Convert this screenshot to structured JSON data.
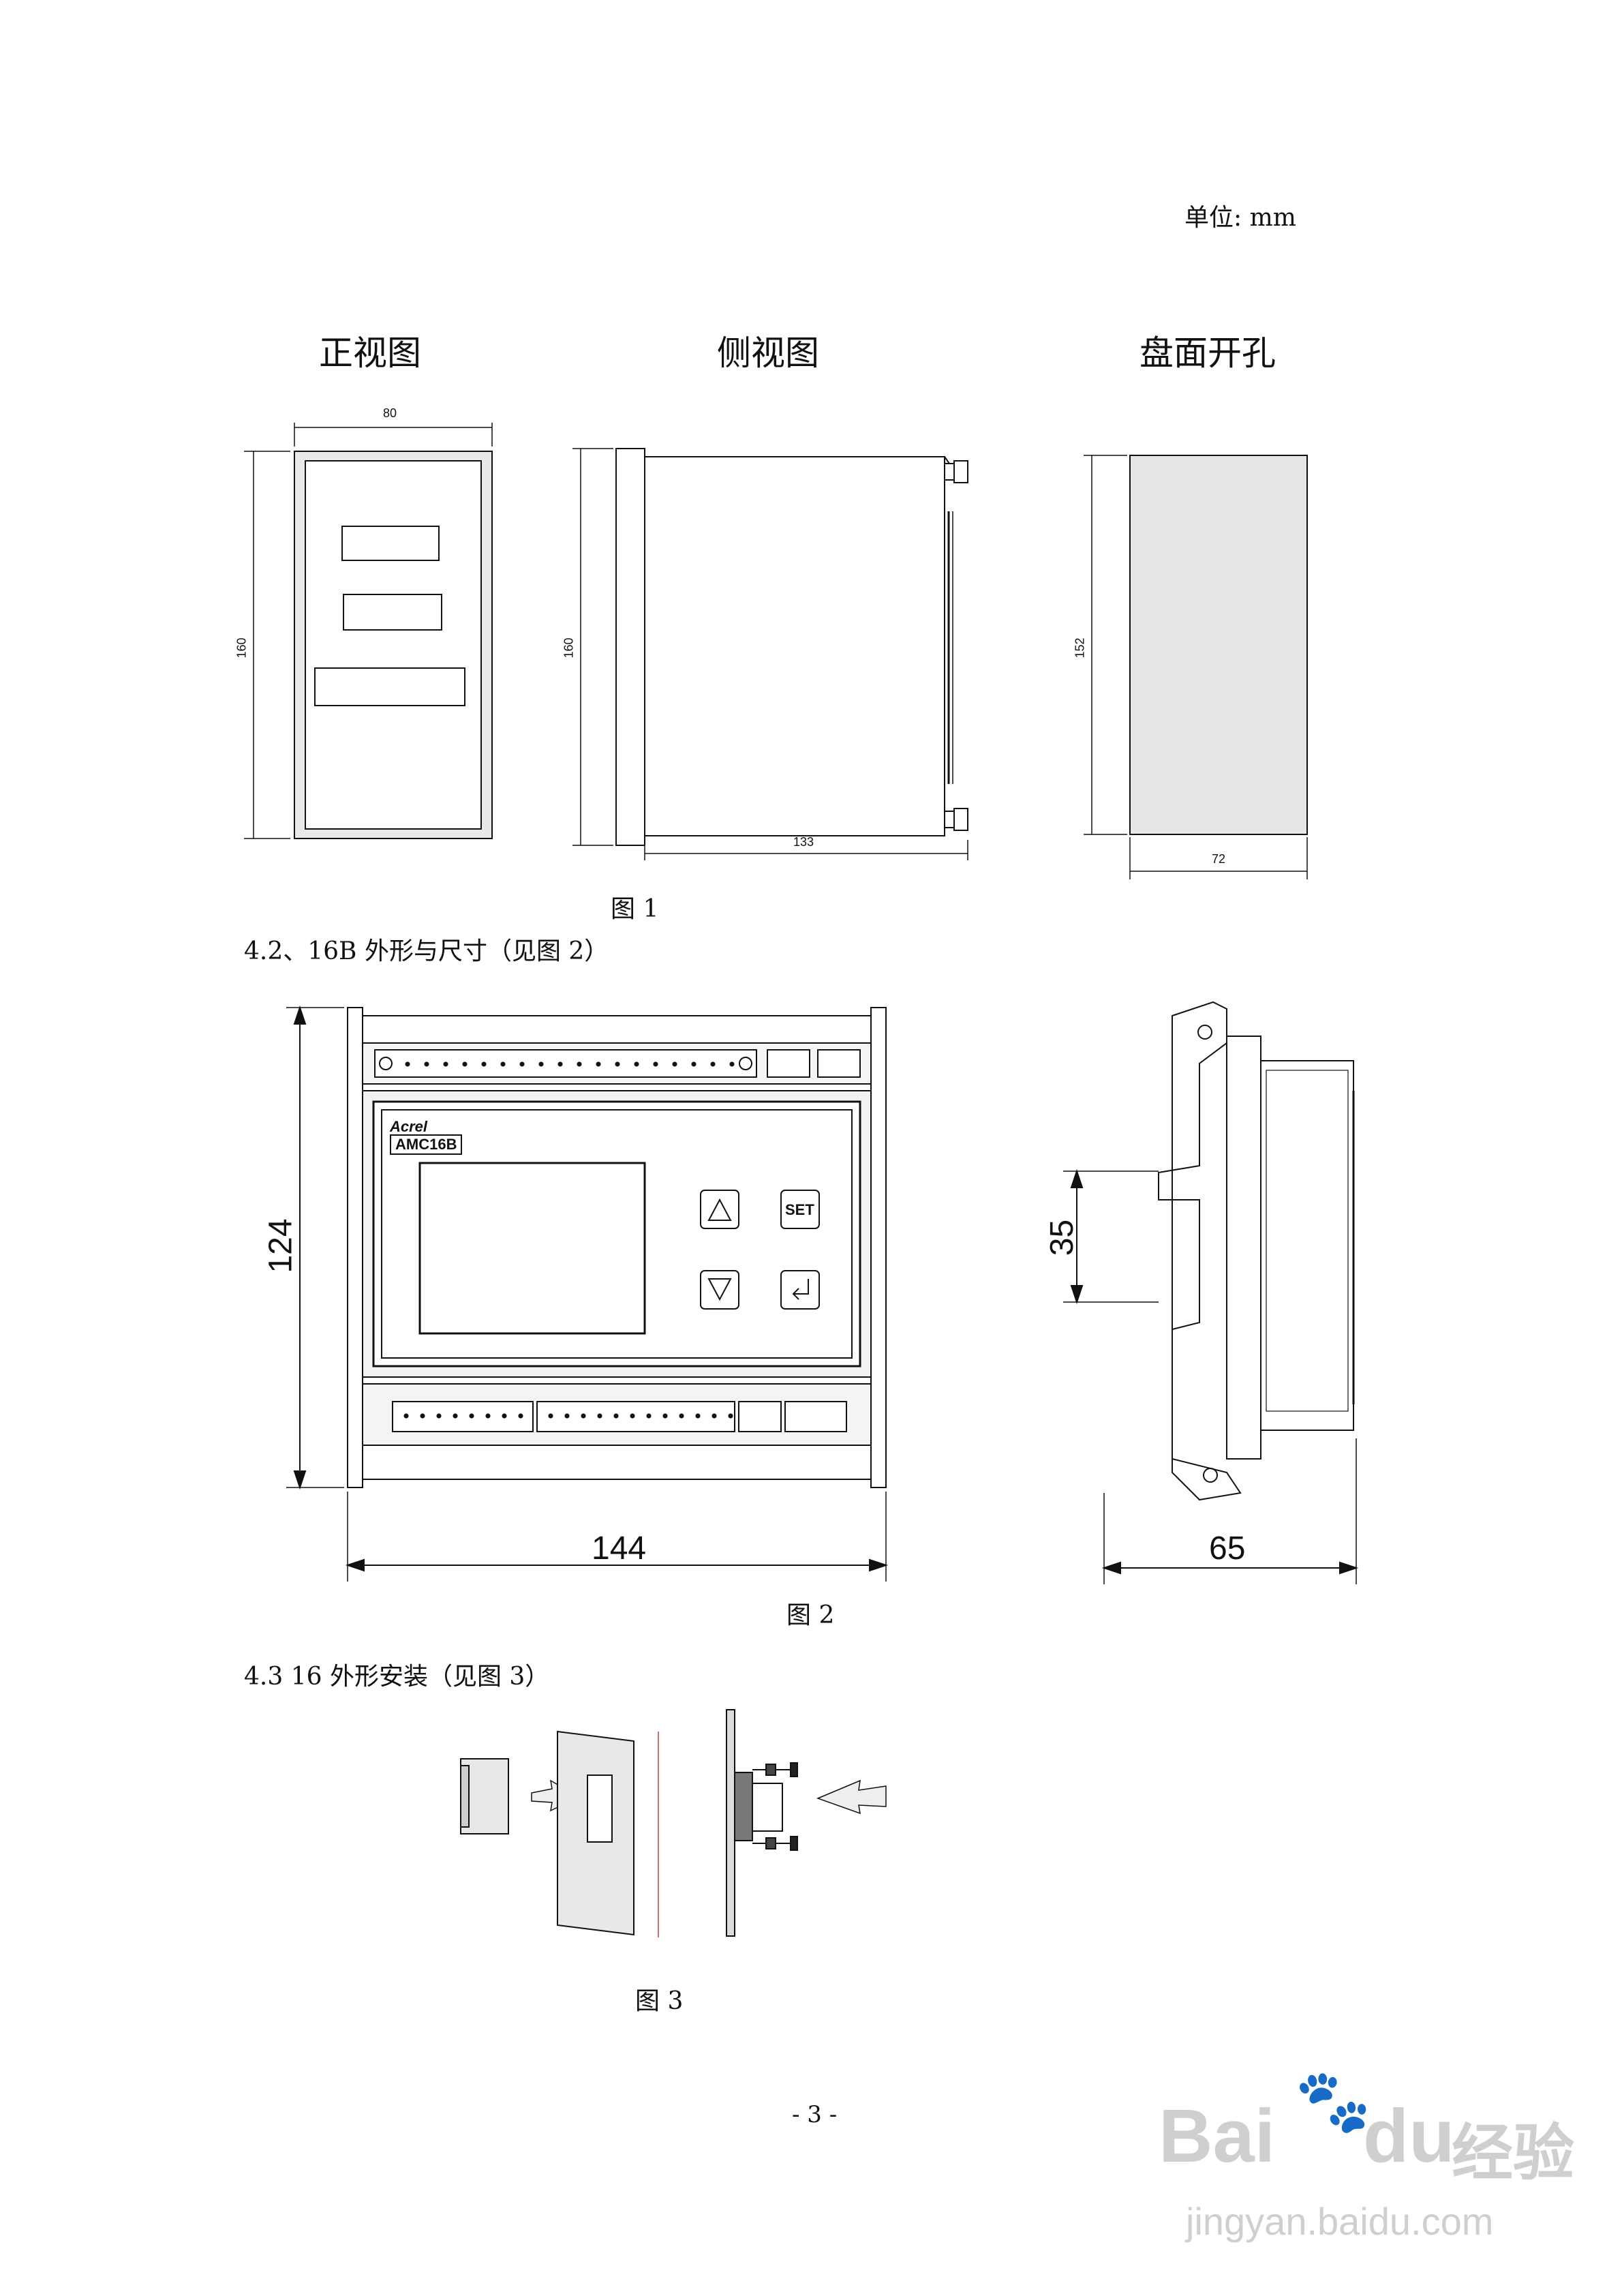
{
  "unit_label": "单位: mm",
  "figure1": {
    "view_titles": [
      "正视图",
      "侧视图",
      "盘面开孔"
    ],
    "dims": {
      "front_width": "80",
      "front_height": "160",
      "side_height": "160",
      "side_depth": "133",
      "cutout_height": "152",
      "cutout_width": "72"
    },
    "caption": "图  1"
  },
  "section_4_2": "4.2、16B 外形与尺寸（见图 2）",
  "figure2": {
    "front_height": "124",
    "front_width": "144",
    "rail_height": "35",
    "side_depth": "65",
    "brand": "Acrel",
    "model": "AMC16B",
    "set_key": "SET",
    "caption": "图 2"
  },
  "section_4_3": "4.3  16 外形安装（见图 3）",
  "figure3": {
    "caption": "图 3"
  },
  "page_number": "- 3 -",
  "watermark": {
    "brand": "Bai",
    "brand2": "du",
    "product": "经验",
    "url": "jingyan.baidu.com"
  }
}
